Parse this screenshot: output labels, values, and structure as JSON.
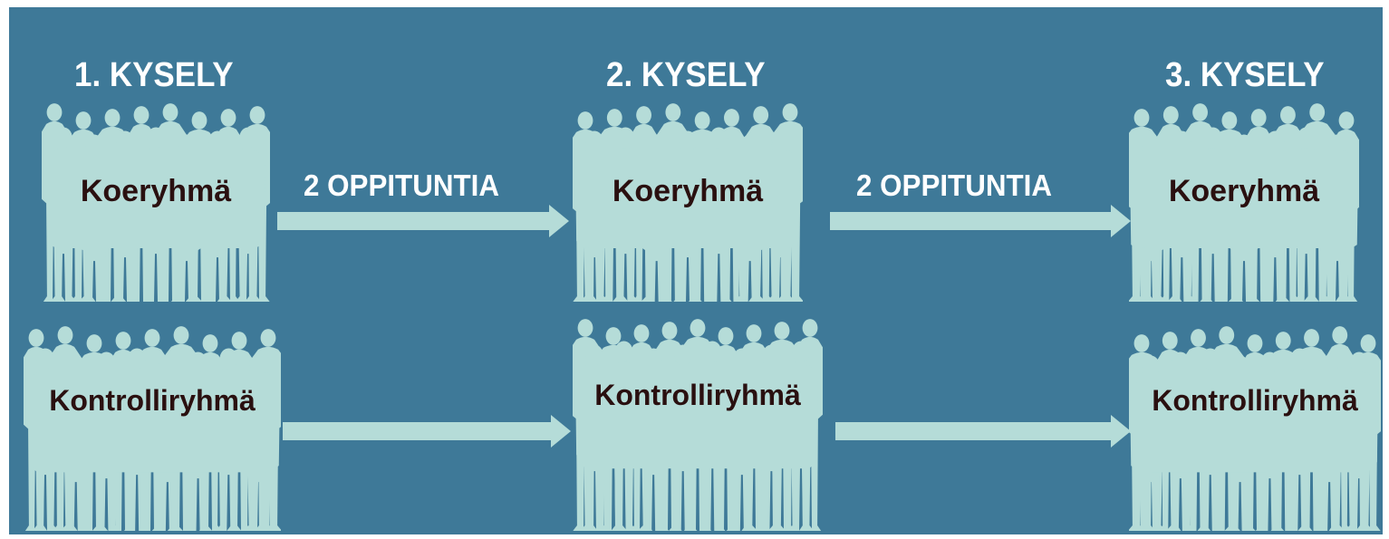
{
  "colors": {
    "background": "#3e7998",
    "silhouette": "#b5dcd8",
    "label": "#2a1010",
    "heading": "#ffffff"
  },
  "surveys": [
    {
      "title": "1. KYSELY",
      "groups": {
        "experimental": "Koeryhmä",
        "control": "Kontrolliryhmä"
      }
    },
    {
      "title": "2. KYSELY",
      "groups": {
        "experimental": "Koeryhmä",
        "control": "Kontrolliryhmä"
      }
    },
    {
      "title": "3. KYSELY",
      "groups": {
        "experimental": "Koeryhmä",
        "control": "Kontrolliryhmä"
      }
    }
  ],
  "transitions": [
    {
      "label": "2 OPPITUNTIA"
    },
    {
      "label": "2 OPPITUNTIA"
    }
  ]
}
